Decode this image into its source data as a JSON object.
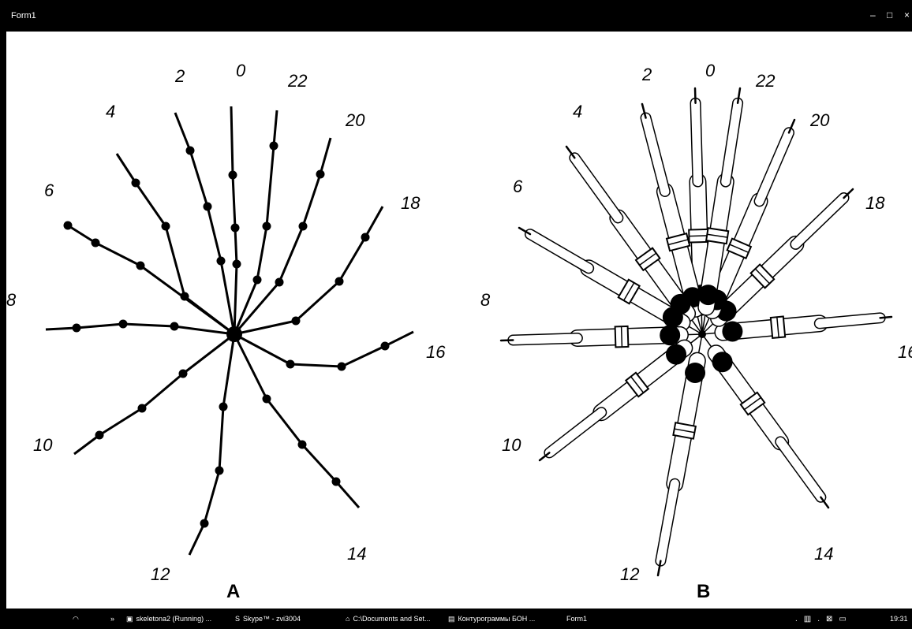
{
  "window": {
    "title": "Form1",
    "minimize_glyph": "–",
    "maximize_glyph": "□",
    "close_glyph": "×"
  },
  "figure": {
    "panel_a_label": "A",
    "panel_b_label": "B",
    "angle_labels": [
      "0",
      "2",
      "4",
      "6",
      "8",
      "10",
      "12",
      "14",
      "16",
      "18",
      "20",
      "22"
    ]
  },
  "taskbar": {
    "quicklaunch": [
      "◠",
      "»"
    ],
    "tasks": [
      {
        "label": "skeletona2 (Running) ...",
        "icon": "vb-icon"
      },
      {
        "label": "Skype™ - zvi3004",
        "icon": "skype-icon"
      },
      {
        "label": "C:\\Documents and Set...",
        "icon": "folder-icon"
      },
      {
        "label": "Контурограммы БОН ...",
        "icon": "document-icon"
      },
      {
        "label": "Form1",
        "icon": "form-icon"
      }
    ],
    "clock": "19:31"
  },
  "colors": {
    "frame": "#000000",
    "client": "#ffffff",
    "ink": "#000000"
  }
}
